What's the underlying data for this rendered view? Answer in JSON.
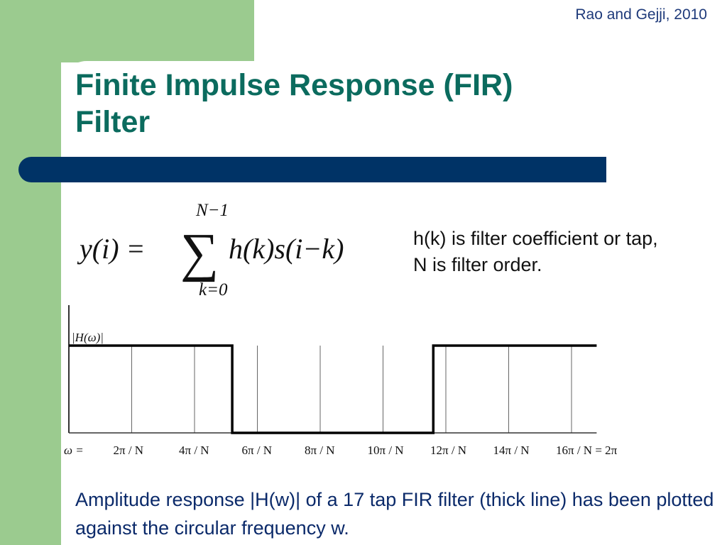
{
  "slide": {
    "citation": "Rao and Gejji, 2010",
    "title_line1": "Finite Impulse Response (FIR)",
    "title_line2": "Filter",
    "formula": {
      "lhs": "y(i) =",
      "sum_upper": "N−1",
      "sum_symbol": "∑",
      "sum_lower": "k=0",
      "rhs": "h(k)s(i−k)"
    },
    "formula_note": "h(k) is filter coefficient or tap, N is filter order.",
    "caption": "Amplitude response |H(w)| of a 17 tap FIR filter (thick line) has been plotted against the circular frequency w."
  },
  "chart_data": {
    "type": "line",
    "ylabel": "|H(ω)|",
    "x_axis_prefix": "ω  =",
    "x_tick_labels": [
      "2π / N",
      "4π / N",
      "6π / N",
      "8π / N",
      "10π / N",
      "12π / N",
      "14π / N",
      "16π / N = 2π"
    ],
    "x_index_range": [
      0,
      8.4
    ],
    "ylim": [
      0,
      1
    ],
    "grid": true,
    "series": [
      {
        "x": [
          0,
          2.6,
          2.6,
          5.8,
          5.8,
          8.4
        ],
        "y": [
          1,
          1,
          0,
          0,
          1,
          1
        ]
      }
    ]
  }
}
